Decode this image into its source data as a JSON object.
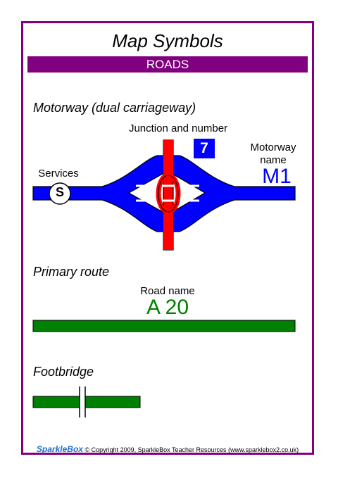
{
  "header": {
    "title": "Map Symbols",
    "banner": "ROADS"
  },
  "motorway": {
    "section_title": "Motorway (dual carriageway)",
    "junction_label": "Junction and number",
    "junction_number": "7",
    "services_label": "Services",
    "services_symbol": "S",
    "name_label_line1": "Motorway",
    "name_label_line2": "name",
    "name": "M1"
  },
  "primary": {
    "section_title": "Primary route",
    "road_name_label": "Road name",
    "road_name": "A 20"
  },
  "footbridge": {
    "section_title": "Footbridge"
  },
  "footer": {
    "brand": "SparkleBox",
    "copyright": "© Copyright 2009, SparkleBox Teacher Resources (www.sparklebox2.co.uk)"
  },
  "colors": {
    "border": "#800080",
    "motorway": "#0000ff",
    "primary_road": "#008000",
    "junction_road": "#ff0000",
    "services_circle": "#ffffff"
  },
  "icons": [
    "services-icon",
    "junction-number-badge",
    "footbridge-icon"
  ]
}
